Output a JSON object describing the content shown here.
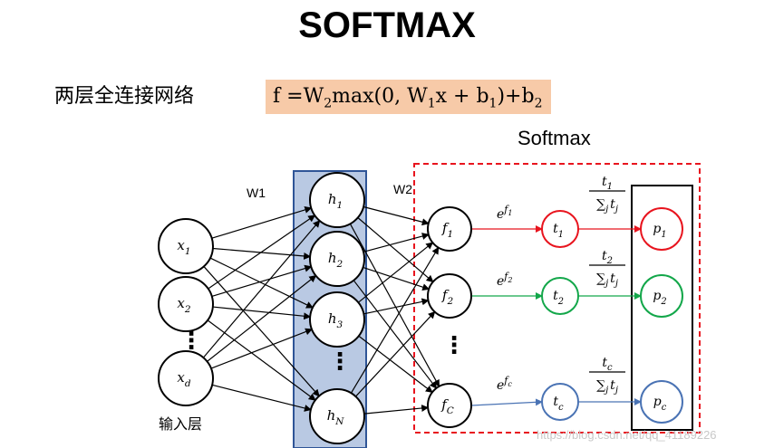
{
  "title": "SOFTMAX",
  "subtitle": "两层全连接网络",
  "formula": {
    "f": "f",
    "eq": " =W",
    "s2": "2",
    "max": "max(0, W",
    "s1": "1",
    "x": "x + b",
    "s1b": "1",
    "close": ")+b",
    "s2b": "2"
  },
  "softmax_label": "Softmax",
  "weights": {
    "w1": "W1",
    "w2": "W2"
  },
  "input_label": "输入层",
  "inputs": [
    {
      "base": "x",
      "sub": "1"
    },
    {
      "base": "x",
      "sub": "2"
    },
    {
      "base": "x",
      "sub": "d"
    }
  ],
  "hidden": [
    {
      "base": "h",
      "sub": "1"
    },
    {
      "base": "h",
      "sub": "2"
    },
    {
      "base": "h",
      "sub": "3"
    },
    {
      "base": "h",
      "sub": "N"
    }
  ],
  "outputs": [
    {
      "base": "f",
      "sub": "1"
    },
    {
      "base": "f",
      "sub": "2"
    },
    {
      "base": "f",
      "sub": "C"
    }
  ],
  "exps": [
    {
      "base": "e",
      "sup": "f",
      "supsub": "1"
    },
    {
      "base": "e",
      "sup": "f",
      "supsub": "2"
    },
    {
      "base": "e",
      "sup": "f",
      "supsub": "c"
    }
  ],
  "ts": [
    {
      "base": "t",
      "sub": "1"
    },
    {
      "base": "t",
      "sub": "2"
    },
    {
      "base": "t",
      "sub": "c"
    }
  ],
  "ps": [
    {
      "base": "p",
      "sub": "1"
    },
    {
      "base": "p",
      "sub": "2"
    },
    {
      "base": "p",
      "sub": "c"
    }
  ],
  "fractions": [
    {
      "num_base": "t",
      "num_sub": "1",
      "den_sum": "∑",
      "den_j": "j",
      "den_t": "t",
      "den_tj": "j"
    },
    {
      "num_base": "t",
      "num_sub": "2",
      "den_sum": "∑",
      "den_j": "j",
      "den_t": "t",
      "den_tj": "j"
    },
    {
      "num_base": "t",
      "num_sub": "c",
      "den_sum": "∑",
      "den_j": "j",
      "den_t": "t",
      "den_tj": "j"
    }
  ],
  "ellipsis": "⋮",
  "watermark": "https://blog.csdn.net/qq_41189226",
  "colors": {
    "red": "#e8141e",
    "green": "#13a74a",
    "blue": "#4a73b4",
    "hidden_band": "#b9c9e3",
    "hidden_border": "#2f5597",
    "dashed": "#e8141e",
    "formula_bg": "#f7caa8"
  }
}
